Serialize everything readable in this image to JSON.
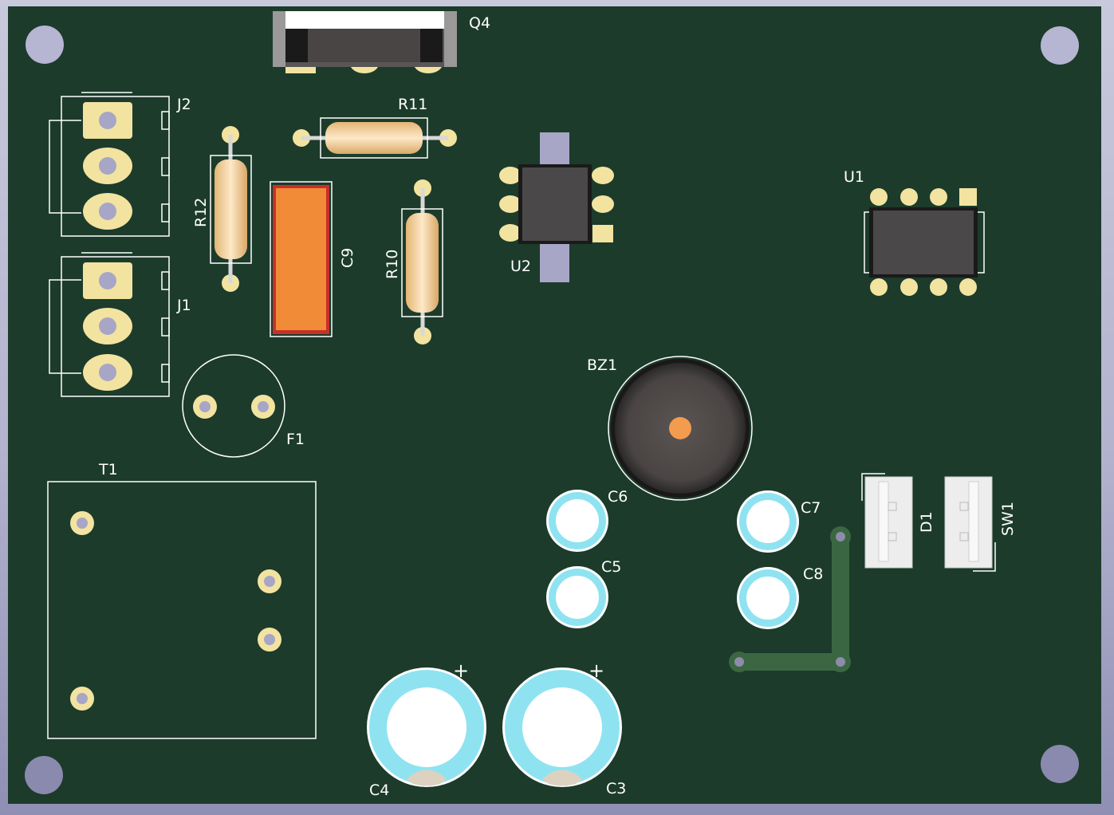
{
  "colors": {
    "board": "#1c3b2b",
    "silkscreen": "#ffffff",
    "copper_pad": "#f2e3a0",
    "hole": "#a7a6c6",
    "trace": "#3b6642",
    "resistor_body": "#f1d2a0",
    "film_cap": "#f28b38",
    "ceramic_cap": "#8fe3f1",
    "ic_body": "#4a4848",
    "buzzer_center": "#f39b4f"
  },
  "components": {
    "q4": "Q4",
    "j2": "J2",
    "j1": "J1",
    "r11": "R11",
    "r12": "R12",
    "r10": "R10",
    "c9": "C9",
    "u2": "U2",
    "u1": "U1",
    "f1": "F1",
    "t1": "T1",
    "bz1": "BZ1",
    "c6": "C6",
    "c5": "C5",
    "c7": "C7",
    "c8": "C8",
    "d1": "D1",
    "sw1": "SW1",
    "c4": "C4",
    "c3": "C3",
    "c4_polarity": "+",
    "c3_polarity": "+"
  }
}
